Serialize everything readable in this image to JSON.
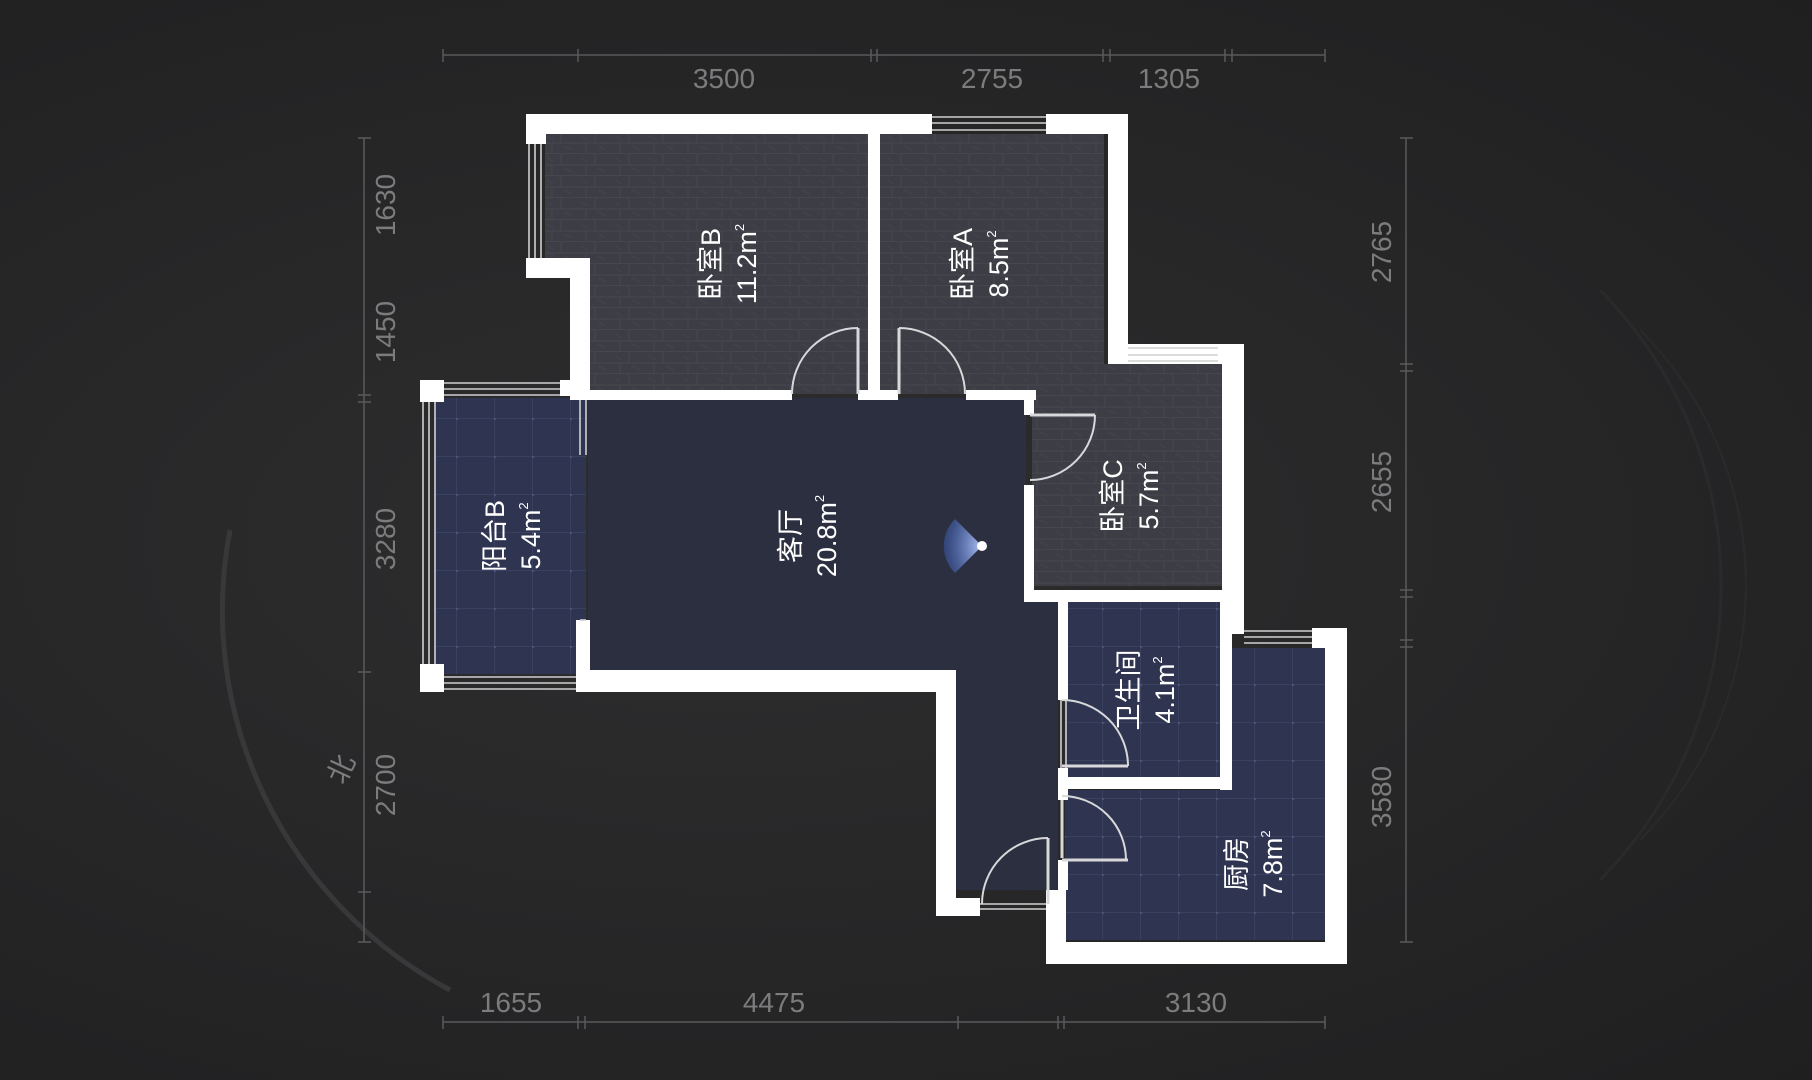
{
  "colors": {
    "background": "#262627",
    "wall": "#ffffff",
    "bedroom_floor": "#3c3c44",
    "living_floor": "#2b2f3f",
    "tile_floor": "#303650",
    "dimension": "#7c7c7e",
    "viewer": "#5b8ee0"
  },
  "dimensions": {
    "top": [
      "3500",
      "2755",
      "1305"
    ],
    "bottom": [
      "1655",
      "4475",
      "3130"
    ],
    "left": [
      "1630",
      "1450",
      "3280",
      "2700"
    ],
    "right": [
      "2765",
      "2655",
      "3580"
    ]
  },
  "compass": {
    "label": "北"
  },
  "rooms": {
    "bedroom_b": {
      "name": "卧室B",
      "area": "11.2m",
      "unit_sup": "2"
    },
    "bedroom_a": {
      "name": "卧室A",
      "area": "8.5m",
      "unit_sup": "2"
    },
    "balcony_b": {
      "name": "阳台B",
      "area": "5.4m",
      "unit_sup": "2"
    },
    "living": {
      "name": "客厅",
      "area": "20.8m",
      "unit_sup": "2"
    },
    "bedroom_c": {
      "name": "卧室C",
      "area": "5.7m",
      "unit_sup": "2"
    },
    "bathroom": {
      "name": "卫生间",
      "area": "4.1m",
      "unit_sup": "2"
    },
    "kitchen": {
      "name": "厨房",
      "area": "7.8m",
      "unit_sup": "2"
    }
  },
  "icons": {
    "viewer": "viewer-cone-icon",
    "compass": "compass-arc-icon"
  }
}
